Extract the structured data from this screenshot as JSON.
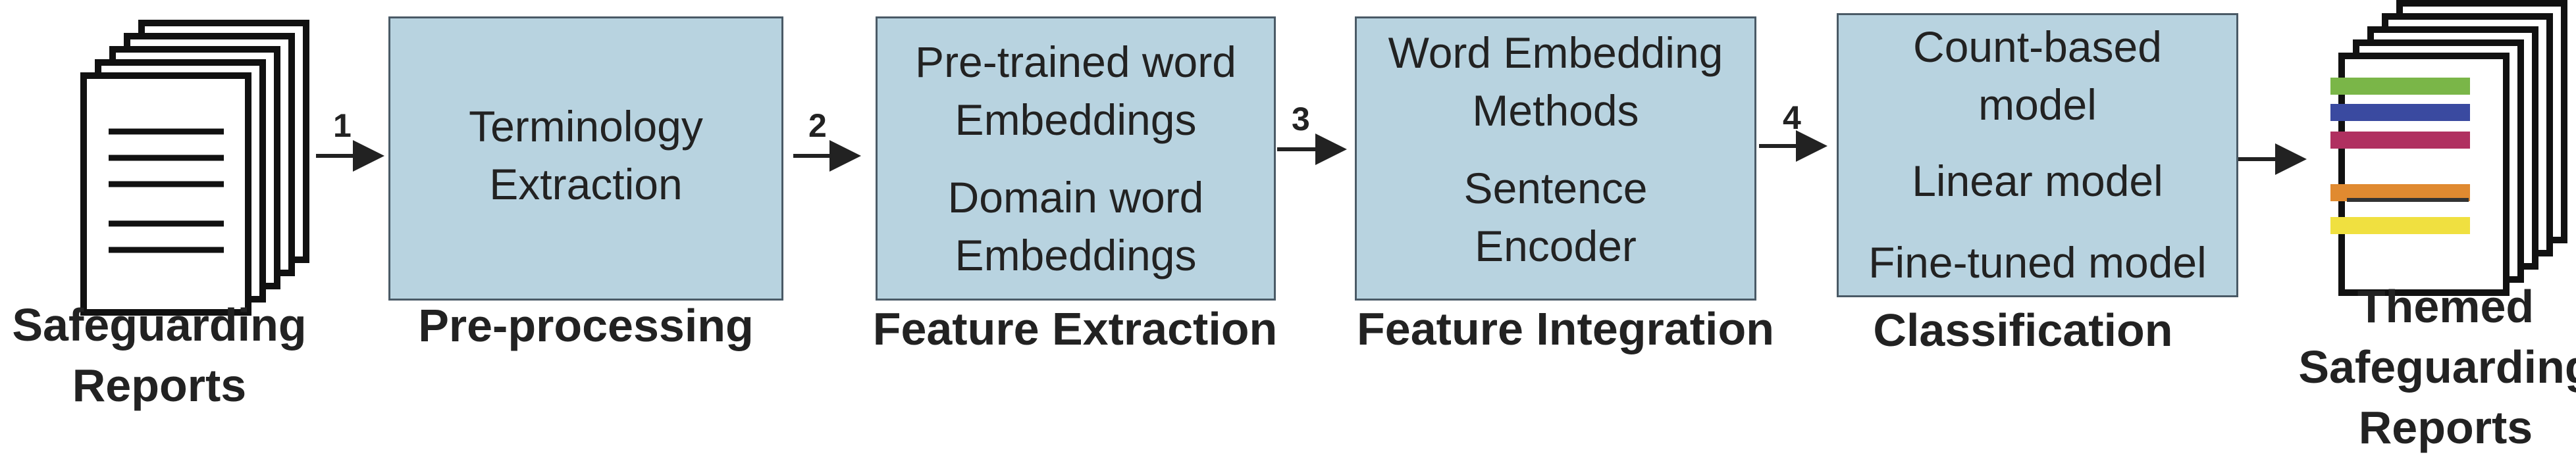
{
  "input_label": [
    "Safeguarding",
    "Reports"
  ],
  "output_label": [
    "Themed",
    "Safeguarding",
    "Reports"
  ],
  "steps": [
    "1",
    "2",
    "3",
    "4"
  ],
  "stages": [
    {
      "lines": [
        "Terminology",
        "Extraction"
      ],
      "caption": "Pre-processing"
    },
    {
      "lines": [
        "Pre-trained word",
        "Embeddings",
        "Domain word",
        "Embeddings"
      ],
      "caption": "Feature Extraction"
    },
    {
      "lines": [
        "Word Embedding",
        "Methods",
        "Sentence",
        "Encoder"
      ],
      "caption": "Feature Integration"
    },
    {
      "lines": [
        "Count-based",
        "model",
        "Linear model",
        "Fine-tuned model"
      ],
      "caption": "Classification"
    }
  ],
  "colors": {
    "box_fill": "#b8d3e0",
    "box_border": "#4a5a66",
    "theme_bars": [
      "#7ab648",
      "#3a4aa0",
      "#b03060",
      "#e08a30",
      "#f0e040"
    ]
  }
}
